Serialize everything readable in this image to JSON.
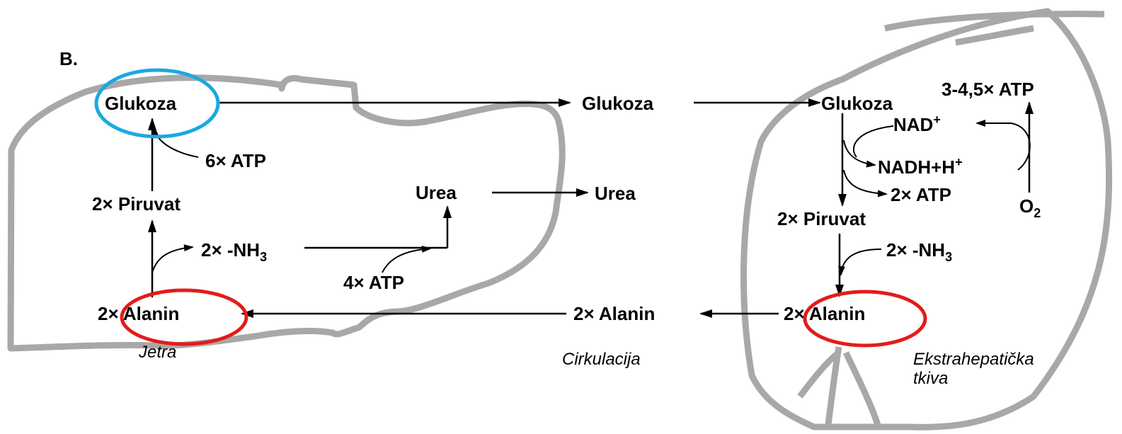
{
  "panel_label": "B.",
  "liver": {
    "glukoza": "Glukoza",
    "atp6": "6× ATP",
    "piruvat": "2× Piruvat",
    "nh3": "2× -NH",
    "nh3_sub": "3",
    "urea": "Urea",
    "atp4": "4× ATP",
    "alanin": "2× Alanin",
    "region": "Jetra"
  },
  "circulation": {
    "glukoza": "Glukoza",
    "urea": "Urea",
    "alanin": "2× Alanin",
    "region": "Cirkulacija"
  },
  "tissue": {
    "glukoza": "Glukoza",
    "atp_yield": "3-4,5× ATP",
    "nad": "NAD",
    "nad_sup": "+",
    "nadh": "NADH+H",
    "nadh_sup": "+",
    "atp2": "2× ATP",
    "o2": "O",
    "o2_sub": "2",
    "piruvat": "2× Piruvat",
    "nh3": "2× -NH",
    "nh3_sub": "3",
    "alanin": "2× Alanin",
    "region_line1": "Ekstrahepatička",
    "region_line2": "tkiva"
  },
  "highlight_colors": {
    "glucose_circle": "#1aa9e0",
    "alanine_circles": "#e31b1b",
    "organ_outline": "#a8a8a8"
  }
}
